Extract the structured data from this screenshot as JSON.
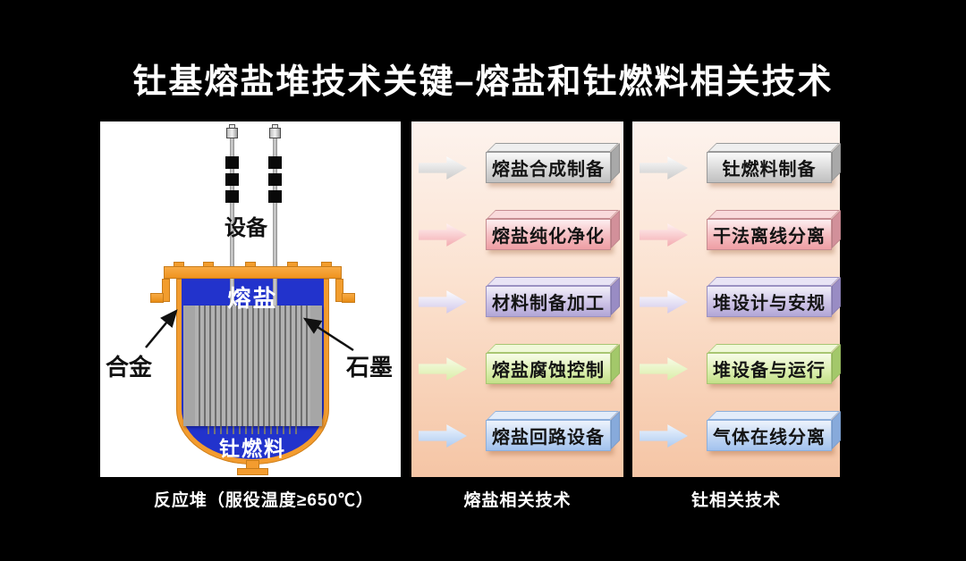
{
  "slide": {
    "title": "钍基熔盐堆技术关键–熔盐和钍燃料相关技术"
  },
  "reactor_panel": {
    "caption": "反应堆（服役温度≥650℃）",
    "labels": {
      "equipment": "设备",
      "molten_salt": "熔盐",
      "alloy": "合金",
      "graphite": "石墨",
      "thorium_fuel": "钍燃料"
    }
  },
  "salt_panel": {
    "caption": "熔盐相关技术",
    "rows": [
      {
        "label": "熔盐合成制备",
        "color": "gray"
      },
      {
        "label": "熔盐纯化净化",
        "color": "pink"
      },
      {
        "label": "材料制备加工",
        "color": "purple"
      },
      {
        "label": "熔盐腐蚀控制",
        "color": "green"
      },
      {
        "label": "熔盐回路设备",
        "color": "blue"
      }
    ]
  },
  "thorium_panel": {
    "caption": "钍相关技术",
    "rows": [
      {
        "label": "钍燃料制备",
        "color": "gray"
      },
      {
        "label": "干法离线分离",
        "color": "pink"
      },
      {
        "label": "堆设计与安规",
        "color": "purple"
      },
      {
        "label": "堆设备与运行",
        "color": "green"
      },
      {
        "label": "气体在线分离",
        "color": "blue"
      }
    ]
  },
  "palette": {
    "row_gray": "#c6c6c6",
    "row_pink": "#f0a9ae",
    "row_purple": "#b5aad8",
    "row_green": "#c8e492",
    "row_blue": "#a9c6ef",
    "flow_panel_top": "#fdf3ee",
    "flow_panel_bottom": "#f5c5a5",
    "vessel_orange": "#f39c2f",
    "salt_blue": "#2233cc",
    "graphite_gray": "#a9a9a9",
    "slide_background": "#000000"
  }
}
